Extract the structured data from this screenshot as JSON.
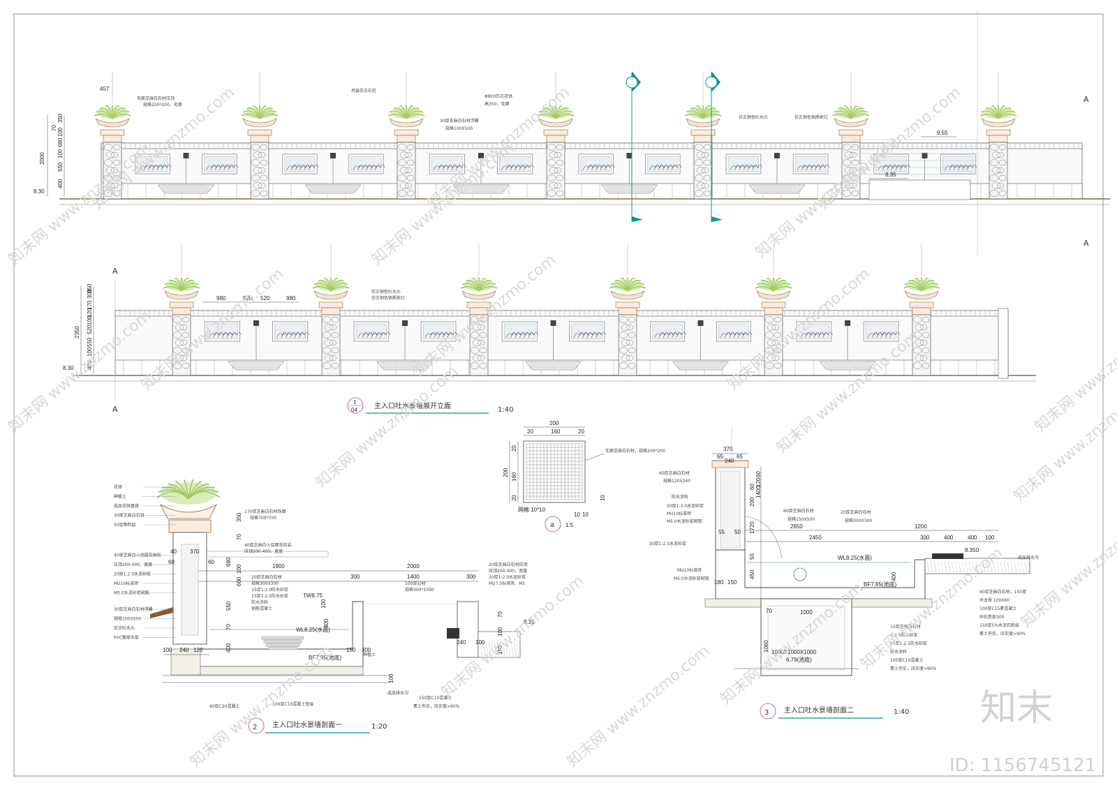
{
  "elevation": {
    "title": "主入口吐水景墙展开立面",
    "index_num": "1",
    "index_sheet": "04",
    "scale": "1:40",
    "section_a_label": "A",
    "dims_upper": [
      "2000",
      "400",
      "550",
      "100",
      "680",
      "100",
      "70",
      "350"
    ],
    "dims_upper_top": "457",
    "dims_lower": [
      "2350",
      "400",
      "100",
      "550",
      "520",
      "100",
      "120",
      "170",
      "300",
      "350"
    ],
    "spacing": [
      "980",
      "520",
      "520",
      "980"
    ],
    "level_830": "8.30",
    "level_955": "9.55",
    "level_835": "8.35",
    "notes_upper": [
      "毛面芝麻白石材压顶",
      "规格200*200，毛面",
      "吊装仿古石柱",
      "Φ800仿古花钵",
      "高350，毛面",
      "30厚芝麻白石材浮雕",
      "规格100X500",
      "仿古铜色吐水头",
      "仿古铜色铜质射灯"
    ],
    "notes_lower": [
      "仿古铜色吐水头",
      "仿古铜色铜质射灯"
    ]
  },
  "detail_a": {
    "label": "a",
    "scale": "1:5",
    "dims_top": [
      "200",
      "20",
      "160",
      "20"
    ],
    "dims_left": [
      "200",
      "20",
      "160",
      "20"
    ],
    "dims_right": [
      "10",
      "10",
      "10"
    ],
    "note1": "毛面芝麻白石材，规格200*200",
    "note2": "网格 10*10"
  },
  "section2": {
    "num": "2",
    "title": "主入口吐水景墙剖面一",
    "scale": "1:20",
    "dims_h": [
      "2000",
      "1900",
      "300",
      "1400",
      "300",
      "240",
      "370",
      "60",
      "60",
      "40",
      "100",
      "120",
      "240",
      "100"
    ],
    "dims_v": [
      "350",
      "70",
      "680",
      "100",
      "600",
      "550",
      "70",
      "400",
      "100",
      "100",
      "400",
      "70",
      "150",
      "300",
      "100",
      "150"
    ],
    "levels": [
      "TW8.75",
      "WL8.25(水面)",
      "BF7.85(池底)",
      "8.35"
    ],
    "notes_left": [
      "花钵",
      "种植土",
      "成品花钵基座",
      "30厚芝麻白石材",
      "50厚陶粒层",
      "40厚芝麻白火烧面花岗岩",
      "压顶200-400，宽度",
      "20厚1:2.0水泥砂浆",
      "MU10标准砖",
      "M5.0水泥砂浆砌筑",
      "30厚芝麻白石材浮雕",
      "规格100X500",
      "仿古吐水头",
      "PVC管接水泵"
    ],
    "notes_right": [
      "170厚芝麻白石材饰面",
      "规格700*700",
      "40厚芝麻白火烧面花岗岩",
      "压顶200-400，宽度",
      "20厚芝麻白石材",
      "规格300X300",
      "15厚1:2.0防水砂浆",
      "15厚1:2.5防水砂浆",
      "防水涂料",
      "钢筋混凝土",
      "100厚石材",
      "规格300*1000",
      "20厚芝麻白石材压顶",
      "压顶200-400，宽度",
      "20厚1:2.0水泥砂浆",
      "MU7.5标准砖，M5",
      "成品排水沟",
      "素土夯实，压实度>90%",
      "150厚C10混凝土",
      "100厚C10混凝土垫层",
      "60厚C20混凝土",
      "种植土"
    ]
  },
  "section3": {
    "num": "3",
    "title": "主入口吐水景墙剖面二",
    "scale": "1:40",
    "dims_h": [
      "370",
      "65",
      "240",
      "65",
      "2650",
      "2450",
      "1200",
      "300",
      "400",
      "400",
      "100",
      "1000",
      "180",
      "150",
      "55",
      "50"
    ],
    "dims_v": [
      "60",
      "200",
      "1400",
      "120",
      "60",
      "1720",
      "50",
      "450",
      "400",
      "1060",
      "70"
    ],
    "levels": [
      "WL8.25(水面)",
      "BF7.85(池底)",
      "8.350",
      "6.79(池底)"
    ],
    "pit": "1000X1000X1000",
    "notes_left": [
      "60厚芝麻白石材",
      "规格120X240",
      "防水涂料",
      "20厚1:3.5水泥砂浆",
      "MU10标准砖",
      "M5.0水泥砂浆砌筑",
      "20厚1:2.5水泥砂浆",
      "MU10标准砖",
      "M5.0水泥砂浆砌筑"
    ],
    "notes_right": [
      "60厚芝麻白石材",
      "规格150X500",
      "20厚芝麻白石材",
      "规格300X300",
      "成品排水沟",
      "40厚芝麻白石材，150宽",
      "木龙骨 100X60",
      "100厚C15素混凝土",
      "碎石垫层300",
      "150厚5%水泥石粉层",
      "素土夯实，压实度>90%",
      "15厚芝麻白石材",
      "1:2.5防水砂浆",
      "15厚1:2.5防水砂浆",
      "防水涂料",
      "100厚C10混凝土",
      "素土夯实，压实度>90%"
    ]
  },
  "watermark": {
    "brand": "知末",
    "id": "ID: 1156745121",
    "tile": "知末网 www.znzmo.com"
  },
  "colors": {
    "accent": "#009b8a",
    "lineBrown": "#8a6a3a",
    "ink": "#333333",
    "plant": "#b6d87a"
  }
}
